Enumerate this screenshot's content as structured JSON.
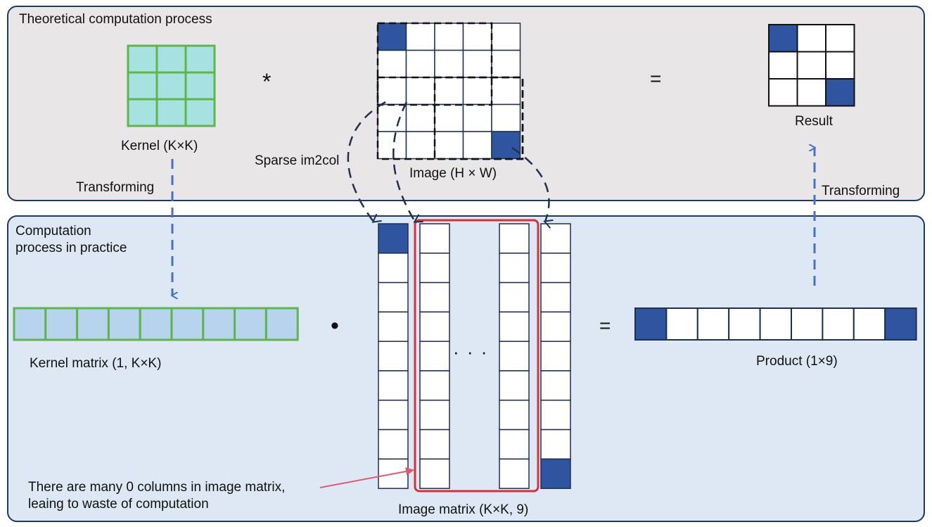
{
  "top_panel": {
    "title": "Theoretical computation process"
  },
  "bottom_panel": {
    "title_line1": "Computation",
    "title_line2": "process in practice"
  },
  "labels": {
    "kernel": "Kernel (K×K)",
    "image": "Image (H × W)",
    "result": "Result",
    "sparse_im2col": "Sparse im2col",
    "transforming_left": "Transforming",
    "transforming_right": "Transforming",
    "kernel_matrix": "Kernel matrix  (1, K×K)",
    "image_matrix": "Image matrix  (K×K, 9)",
    "product": "Product (1×9)",
    "note_line1": "There are many 0 columns in image matrix,",
    "note_line2": "leaing to waste of computation"
  },
  "operators": {
    "convolve": "*",
    "equals_top": "=",
    "dot": "•",
    "equals_bottom": "=",
    "ellipsis": "· · ·"
  },
  "colors": {
    "filled": "#2f55a0",
    "kernel_fill": "#a8e2e0",
    "kernel_border": "#5fb54c",
    "kernel_matrix_fill": "#b7d3ed",
    "highlight": "#d6313a",
    "arrow_blue": "#4472c4",
    "arrow_note": "#e05a6e",
    "dashed_dark": "#1f3050"
  }
}
